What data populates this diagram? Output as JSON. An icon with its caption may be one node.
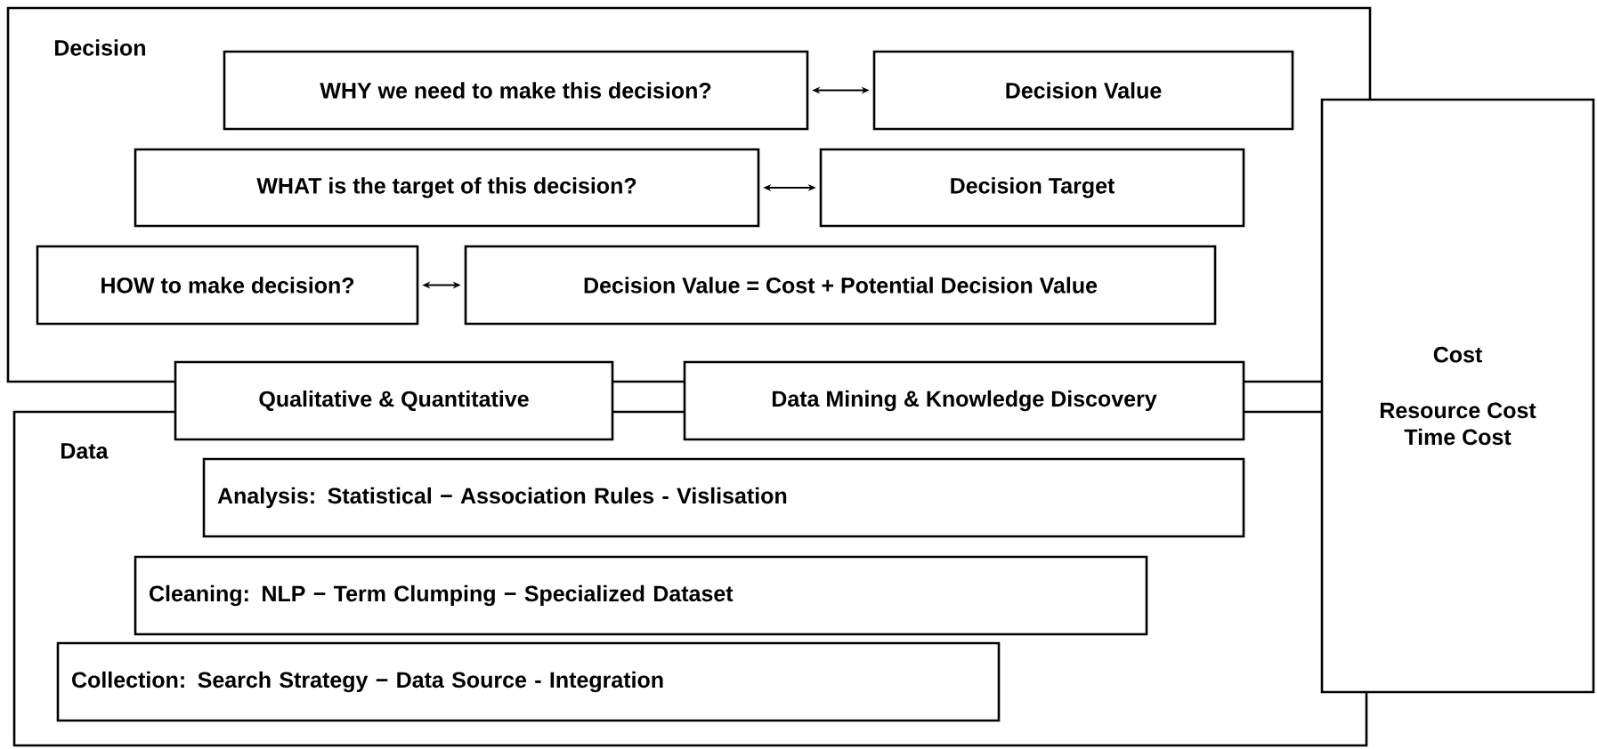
{
  "diagram": {
    "nodes": [
      {
        "text": [
          "Decision"
        ]
      },
      {
        "text": [
          "WHY we need to make this decision?"
        ],
        "in": 0
      },
      {
        "text": [
          "Decision Value"
        ],
        "in": 0
      },
      {
        "text": [
          "WHAT is the target of this decision?"
        ],
        "in": 0
      },
      {
        "text": [
          "Decision Target"
        ],
        "in": 0
      },
      {
        "text": [
          "HOW to make decision?"
        ],
        "in": 0
      },
      {
        "text": [
          "Decision Value = Cost + Potential Decision Value"
        ],
        "in": 0
      },
      {
        "text": [
          "Qualitative & Quantitative"
        ]
      },
      {
        "text": [
          "Data Mining & Knowledge Discovery"
        ]
      },
      {
        "text": [
          "Data"
        ]
      },
      {
        "text": [
          "Analysis: Statistical − Association Rules - Vislisation"
        ],
        "in": 9
      },
      {
        "text": [
          "Cleaning: NLP − Term Clumping − Specialized Dataset"
        ],
        "in": 9
      },
      {
        "text": [
          "Collection: Search Strategy − Data Source - Integration"
        ],
        "in": 9
      },
      {
        "text": [
          "Cost",
          "Resource Cost Time Cost"
        ]
      }
    ],
    "edges": [
      {
        "from": 1,
        "to": 2,
        "arrow": "both"
      },
      {
        "from": 3,
        "to": 4,
        "arrow": "both"
      },
      {
        "from": 5,
        "to": 6,
        "arrow": "both"
      }
    ]
  }
}
